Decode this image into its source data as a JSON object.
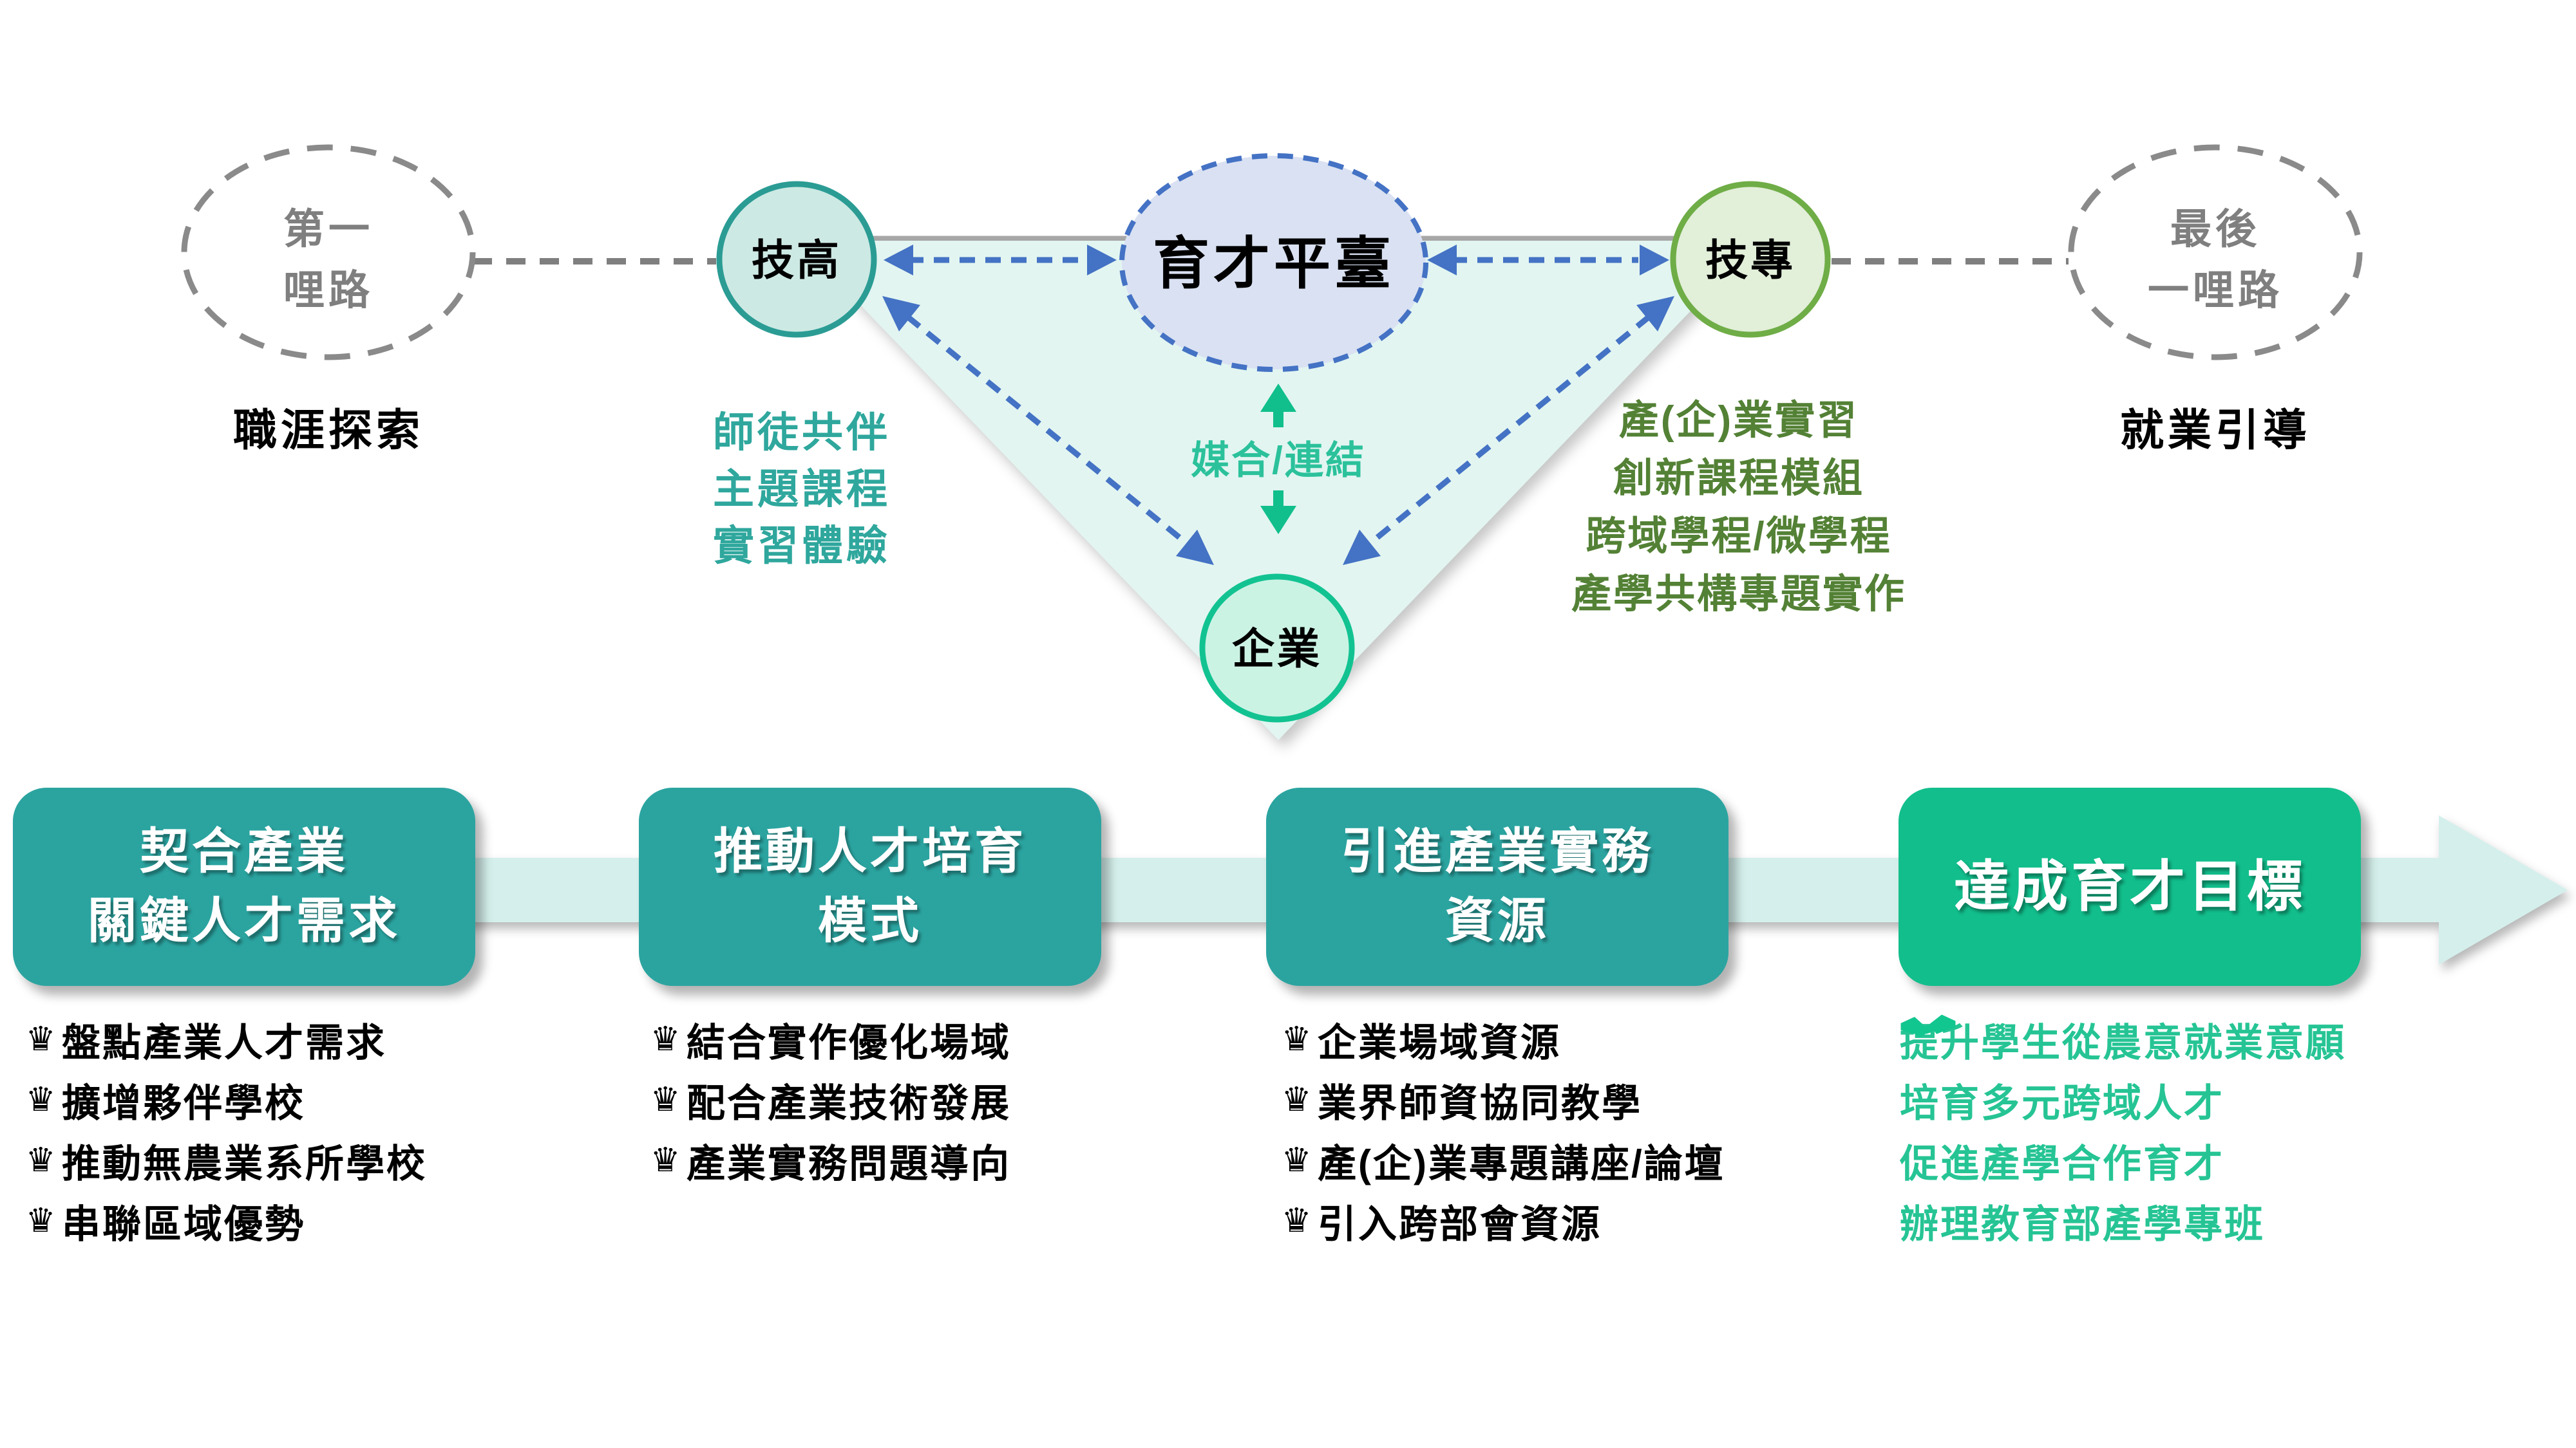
{
  "colors": {
    "process_box_teal": "#2ba4a0",
    "process_box_green": "#12be8c",
    "band_arrow": "#d5f0ec",
    "triangle_fill": "#e2f5f1",
    "blue_accent": "#4472c4",
    "gray_dashed": "#7f7f7f",
    "tech_high_fill": "#cde9e4",
    "tech_high_stroke": "#2b9c94",
    "platform_fill": "#d9e1f2",
    "tech_college_fill": "#e2efd9",
    "tech_college_stroke": "#6fad47",
    "enterprise_fill": "#cbf3e4",
    "enterprise_stroke": "#12c391",
    "green_arrow": "#10bf8c",
    "note_teal": "#2fa79d",
    "note_olive": "#538135",
    "goal_text_green": "#26c494"
  },
  "top": {
    "first_mile": {
      "line1": "第一",
      "line2": "哩路"
    },
    "career_exploration": "職涯探索",
    "last_mile": {
      "line1": "最後",
      "line2": "一哩路"
    },
    "employment_guidance": "就業引導",
    "tech_high": "技高",
    "platform": "育才平臺",
    "tech_college": "技專",
    "enterprise": "企業",
    "matching": "媒合/連結",
    "tech_high_notes": [
      "師徒共伴",
      "主題課程",
      "實習體驗"
    ],
    "tech_college_notes": [
      "產(企)業實習",
      "創新課程模組",
      "跨域學程/微學程",
      "產學共構專題實作"
    ]
  },
  "process": {
    "steps": [
      {
        "title_line1": "契合產業",
        "title_line2": "關鍵人才需求",
        "items": [
          "盤點產業人才需求",
          "擴增夥伴學校",
          "推動無農業系所學校",
          "串聯區域優勢"
        ]
      },
      {
        "title_line1": "推動人才培育",
        "title_line2": "模式",
        "items": [
          "結合實作優化場域",
          "配合產業技術發展",
          "產業實務問題導向"
        ]
      },
      {
        "title_line1": "引進產業實務",
        "title_line2": "資源",
        "items": [
          "企業場域資源",
          "業界師資協同教學",
          "產(企)業專題講座/論壇",
          "引入跨部會資源"
        ]
      },
      {
        "title_line1": "達成育才目標",
        "items": [
          "提升學生從農意就業意願",
          "培育多元跨域人才",
          "促進產學合作育才",
          "辦理教育部產學專班"
        ]
      }
    ],
    "bullet_icon": "crown-icon",
    "goal_bullet_icon": "handshake-icon"
  }
}
